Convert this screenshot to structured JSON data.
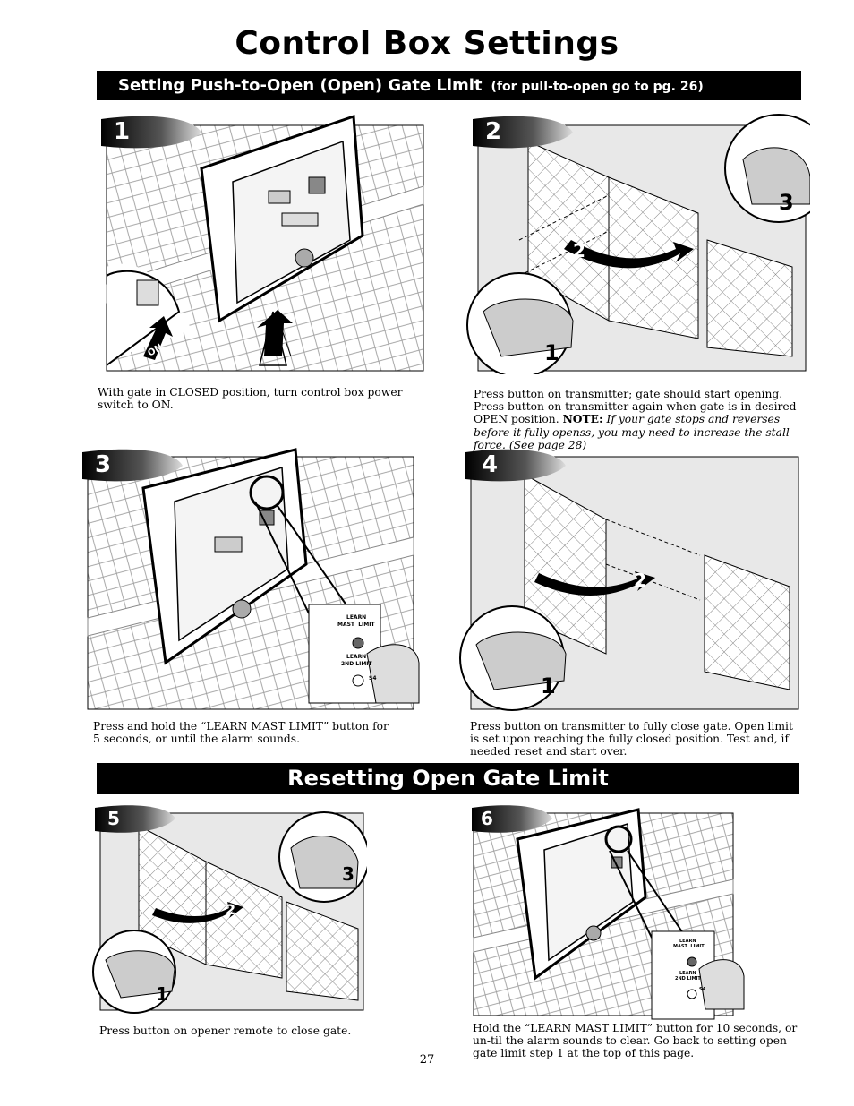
{
  "page": {
    "title": "Control Box Settings",
    "section1": {
      "title": "Setting Push-to-Open (Open) Gate Limit",
      "subtitle": "(for pull-to-open go to pg. 26)"
    },
    "section2": {
      "title": "Resetting Open Gate Limit"
    },
    "page_number": "27"
  },
  "steps": [
    {
      "number": "1",
      "caption": "With gate in CLOSED position, turn control box power switch to ON.",
      "callouts": [
        "ON"
      ]
    },
    {
      "number": "2",
      "caption": "Press button on transmitter; gate should start opening. Press button on transmitter again when gate is in desired OPEN position.",
      "note_label": "NOTE:",
      "note_text": "If your gate stops and reverses before it fully openss, you may need to increase the stall force. (See page 28)",
      "callouts": [
        "1",
        "2",
        "3"
      ]
    },
    {
      "number": "3",
      "caption": "Press and hold the “LEARN MAST LIMIT” button for 5 seconds, or until the alarm sounds.",
      "callouts": [
        "LEARN",
        "MAST  LIMIT",
        "LEARN",
        "2ND LIMIT",
        "S4"
      ]
    },
    {
      "number": "4",
      "caption": "Press button on transmitter to fully close gate. Open limit is set upon reaching the fully closed position. Test and, if needed reset and start over.",
      "callouts": [
        "1",
        "2"
      ]
    },
    {
      "number": "5",
      "caption": "Press button on opener remote to close gate.",
      "callouts": [
        "1",
        "2",
        "3"
      ]
    },
    {
      "number": "6",
      "caption": "Hold the “LEARN MAST LIMIT” button for 10 seconds, or un-til the alarm sounds to clear. Go back to setting open gate limit step 1 at the top of this page.",
      "callouts": [
        "LEARN",
        "MAST  LIMIT",
        "LEARN",
        "2ND LIMIT",
        "S4"
      ]
    }
  ]
}
